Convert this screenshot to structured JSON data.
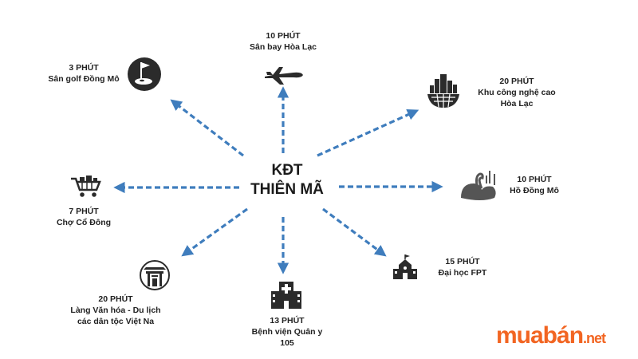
{
  "center": {
    "line1": "KĐT",
    "line2": "THIÊN MÃ"
  },
  "colors": {
    "arrow": "#3f7dbd",
    "icon": "#2b2b2b",
    "brand": "#f26522"
  },
  "destinations": [
    {
      "time": "10 PHÚT",
      "name": "Sân bay Hòa Lạc",
      "icon": "airplane-icon"
    },
    {
      "time": "20 PHÚT",
      "name": "Khu công nghệ cao",
      "name2": "Hòa Lạc",
      "icon": "city-globe-icon"
    },
    {
      "time": "10 PHÚT",
      "name": "Hồ Đồng Mô",
      "icon": "lake-swan-icon"
    },
    {
      "time": "15 PHÚT",
      "name": "Đại học FPT",
      "icon": "school-building-icon"
    },
    {
      "time": "13 PHÚT",
      "name": "Bệnh viện Quân y",
      "name2": "105",
      "icon": "hospital-icon"
    },
    {
      "time": "20 PHÚT",
      "name": "Làng Văn hóa - Du lịch",
      "name2": "các dân tộc Việt Na",
      "icon": "temple-gate-icon"
    },
    {
      "time": "7 PHÚT",
      "name": "Chợ Cổ Đông",
      "icon": "shopping-cart-icon"
    },
    {
      "time": "3 PHÚT",
      "name": "Sân golf Đồng Mô",
      "icon": "golf-flag-icon"
    }
  ],
  "brand": {
    "main": "muabán",
    "suffix": ".net"
  }
}
